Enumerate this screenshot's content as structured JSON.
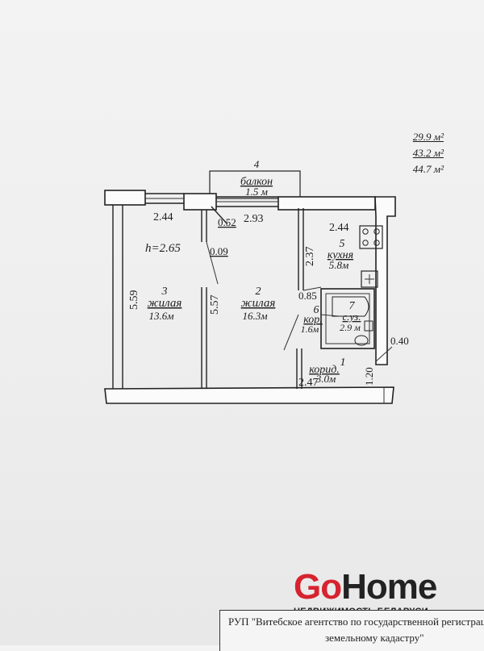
{
  "areas": {
    "living": "29.9 м²",
    "total": "43.2 м²",
    "total_with_balcony": "44.7 м²"
  },
  "ceiling_height": "h=2.65",
  "rooms": [
    {
      "num": "1",
      "name": "корид.",
      "area": "3.0м"
    },
    {
      "num": "2",
      "name": "жилая",
      "area": "16.3м"
    },
    {
      "num": "3",
      "name": "жилая",
      "area": "13.6м"
    },
    {
      "num": "4",
      "name": "балкон",
      "area": "1.5 м"
    },
    {
      "num": "5",
      "name": "кухня",
      "area": "5.8м"
    },
    {
      "num": "6",
      "name": "кор.",
      "area": "1.6м"
    },
    {
      "num": "7",
      "name": "с.уз.",
      "area": "2.9 м"
    }
  ],
  "dimensions": {
    "room3_width": "2.44",
    "room3_length": "5.59",
    "room2_length": "5.57",
    "room2_width": "2.93",
    "wall_052": "0.52",
    "wall_009": "0.09",
    "kitchen_width": "2.44",
    "kitchen_length": "2.37",
    "corridor6_width": "0.85",
    "corridor1_width": "2.47",
    "corridor1_length": "1.20",
    "wall_040": "0.40"
  },
  "logo": {
    "part1": "Go",
    "part2": "Home",
    "tagline": "НЕДВИЖИМОСТЬ БЕЛАРУСИ"
  },
  "stamp": {
    "line1": "РУП \"Витебское агентство по государственной регистрации",
    "line2": "земельному кадастру\""
  },
  "colors": {
    "brand_red": "#d6232f",
    "ink": "#1d1d1d"
  }
}
